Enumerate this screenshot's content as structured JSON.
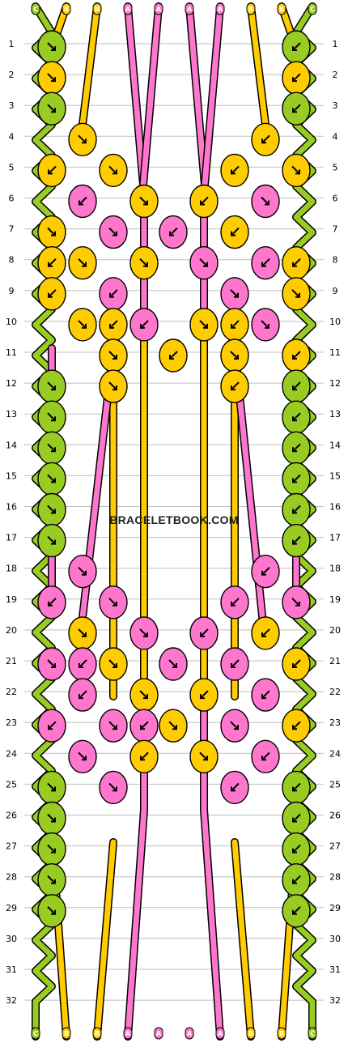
{
  "watermark": "BRACELETBOOK.COM",
  "colors": {
    "A": "#ff77cc",
    "B": "#ffcc00",
    "C": "#99cc22"
  },
  "strand_order": [
    "C",
    "B",
    "B",
    "A",
    "A",
    "A",
    "A",
    "B",
    "B",
    "C"
  ],
  "row_labels": [
    "1",
    "2",
    "3",
    "4",
    "5",
    "6",
    "7",
    "8",
    "9",
    "10",
    "11",
    "12",
    "13",
    "14",
    "15",
    "16",
    "17",
    "18",
    "19",
    "20",
    "21",
    "22",
    "23",
    "24",
    "25",
    "26",
    "27",
    "28",
    "29",
    "30",
    "31",
    "32"
  ],
  "knot_rows": [
    [
      [
        "C",
        "se"
      ],
      [
        "C",
        "sw"
      ]
    ],
    [
      [
        "B",
        "se"
      ],
      [
        "B",
        "sw"
      ]
    ],
    [
      [
        "C",
        "se"
      ],
      [
        "C",
        "sw"
      ]
    ],
    [
      [
        "B",
        "se"
      ],
      [
        "B",
        "sw"
      ]
    ],
    [
      [
        "B",
        "sw"
      ],
      [
        "B",
        "se"
      ],
      [
        "B",
        "sw"
      ],
      [
        "B",
        "se"
      ]
    ],
    [
      [
        "A",
        "sw"
      ],
      [
        "B",
        "se"
      ],
      [
        "B",
        "sw"
      ],
      [
        "A",
        "se"
      ]
    ],
    [
      [
        "B",
        "se"
      ],
      [
        "A",
        "se"
      ],
      [
        "A",
        "sw"
      ],
      [
        "B",
        "sw"
      ]
    ],
    [
      [
        "B",
        "se"
      ],
      [
        "B",
        "se"
      ],
      [
        "A",
        "se"
      ],
      [
        "A",
        "sw"
      ],
      [
        "B",
        "sw"
      ],
      [
        "B",
        "sw"
      ]
    ],
    [
      [
        "B",
        "sw"
      ],
      [
        "A",
        "sw"
      ],
      [
        "A",
        "se"
      ],
      [
        "B",
        "se"
      ]
    ],
    [
      [
        "B",
        "se"
      ],
      [
        "A",
        "sw"
      ],
      [
        "B",
        "se"
      ],
      [
        "A",
        "se"
      ],
      [
        "B",
        "sw"
      ],
      [
        "B",
        "sw"
      ]
    ],
    [
      [
        "B",
        "se"
      ],
      [
        "B",
        "sw"
      ],
      [
        "B",
        "se"
      ],
      [
        "B",
        "sw"
      ]
    ],
    [
      [
        "C",
        "se"
      ],
      [
        "B",
        "se"
      ],
      [
        "B",
        "sw"
      ],
      [
        "C",
        "sw"
      ]
    ],
    [
      [
        "C",
        "se"
      ],
      [
        "C",
        "sw"
      ]
    ],
    [
      [
        "C",
        "se"
      ],
      [
        "C",
        "sw"
      ]
    ],
    [
      [
        "C",
        "se"
      ],
      [
        "C",
        "sw"
      ]
    ],
    [
      [
        "C",
        "se"
      ],
      [
        "C",
        "sw"
      ]
    ],
    [
      [
        "C",
        "se"
      ],
      [
        "C",
        "sw"
      ]
    ],
    [
      [
        "A",
        "se"
      ],
      [
        "A",
        "sw"
      ]
    ],
    [
      [
        "A",
        "sw"
      ],
      [
        "A",
        "se"
      ],
      [
        "A",
        "sw"
      ],
      [
        "A",
        "se"
      ]
    ],
    [
      [
        "B",
        "se"
      ],
      [
        "A",
        "se"
      ],
      [
        "A",
        "sw"
      ],
      [
        "B",
        "sw"
      ]
    ],
    [
      [
        "A",
        "se"
      ],
      [
        "B",
        "se"
      ],
      [
        "A",
        "se"
      ],
      [
        "A",
        "sw"
      ],
      [
        "B",
        "sw"
      ],
      [
        "A",
        "sw"
      ]
    ],
    [
      [
        "A",
        "sw"
      ],
      [
        "B",
        "se"
      ],
      [
        "B",
        "sw"
      ],
      [
        "A",
        "sw"
      ]
    ],
    [
      [
        "A",
        "sw"
      ],
      [
        "A",
        "se"
      ],
      [
        "B",
        "se"
      ],
      [
        "A",
        "se"
      ],
      [
        "B",
        "sw"
      ],
      [
        "A",
        "sw"
      ]
    ],
    [
      [
        "A",
        "se"
      ],
      [
        "B",
        "sw"
      ],
      [
        "B",
        "se"
      ],
      [
        "A",
        "sw"
      ]
    ],
    [
      [
        "C",
        "se"
      ],
      [
        "A",
        "se"
      ],
      [
        "A",
        "sw"
      ],
      [
        "C",
        "sw"
      ]
    ],
    [
      [
        "C",
        "se"
      ],
      [
        "C",
        "sw"
      ]
    ],
    [
      [
        "C",
        "se"
      ],
      [
        "C",
        "sw"
      ]
    ],
    [
      [
        "C",
        "se"
      ],
      [
        "C",
        "sw"
      ]
    ],
    [
      [
        "C",
        "se"
      ],
      [
        "C",
        "sw"
      ]
    ]
  ]
}
